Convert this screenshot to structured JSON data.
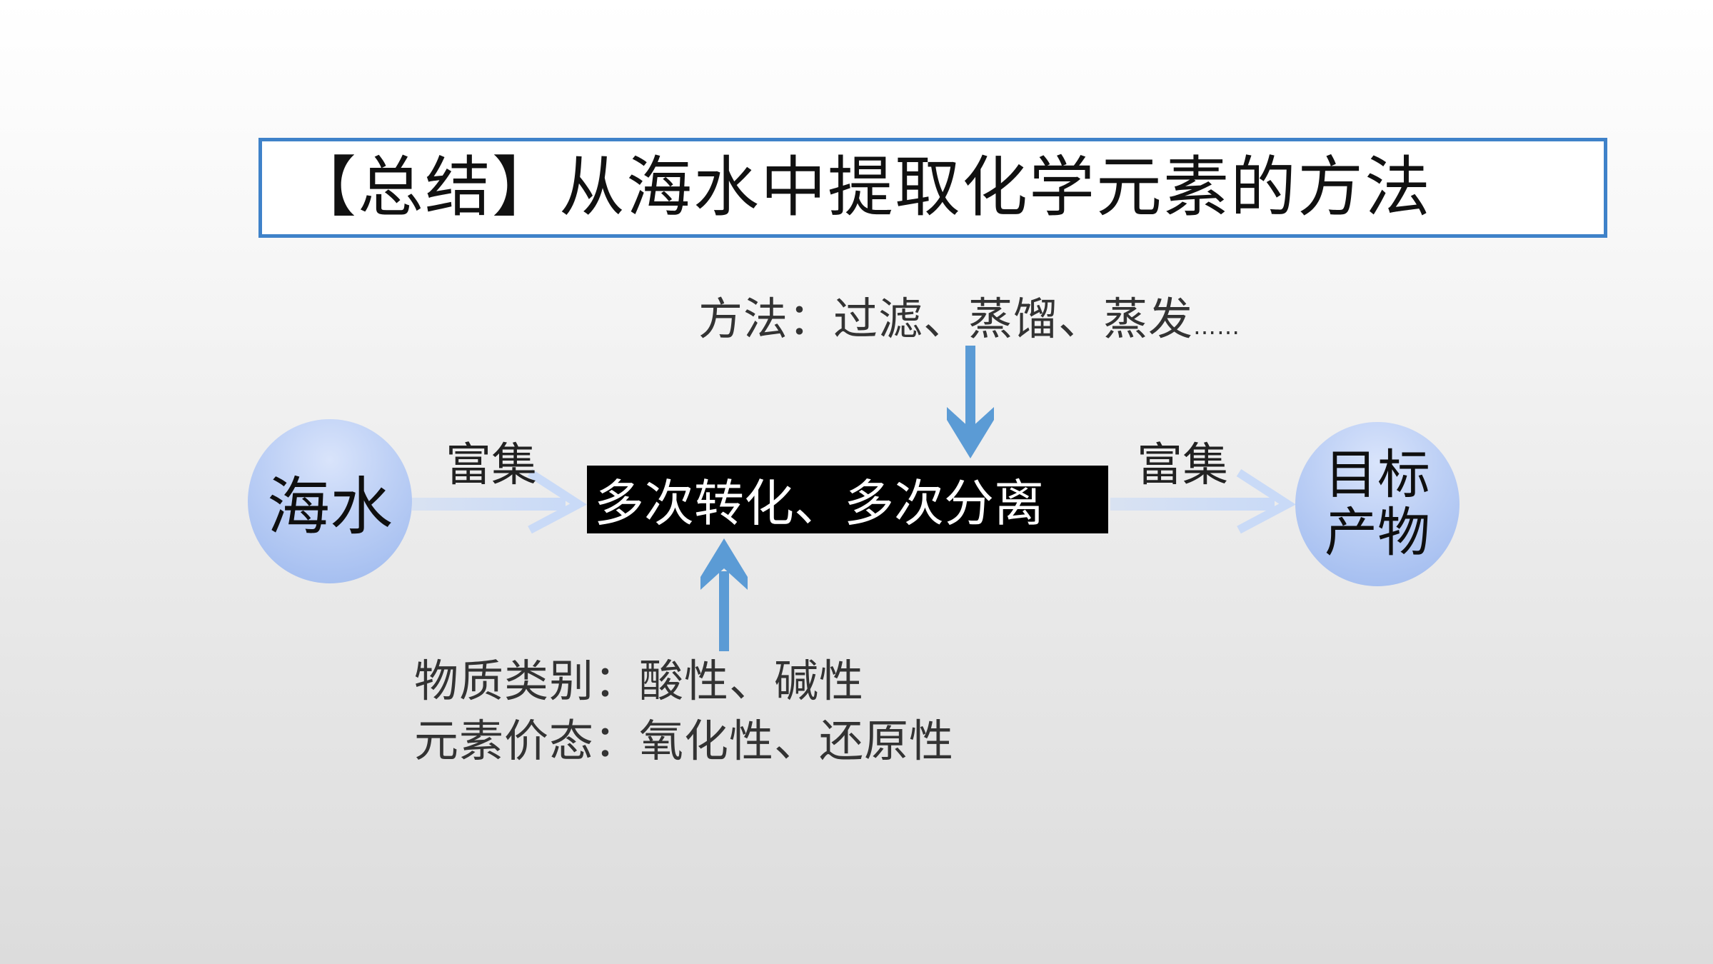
{
  "title": "【总结】从海水中提取化学元素的方法",
  "method_label": "方法：过滤、蒸馏、蒸发",
  "method_ellipsis": "……",
  "source_node": "海水",
  "left_arrow_label": "富集",
  "process_node": "多次转化、多次分离",
  "right_arrow_label": "富集",
  "target_node": {
    "line1": "目标",
    "line2": "产物"
  },
  "bottom_lines": {
    "line1": "物质类别：酸性、碱性",
    "line2": "元素价态：氧化性、还原性"
  },
  "colors": {
    "title_border": "#3f82c9",
    "circle_fill": "#bccff5",
    "vertical_arrow": "#5b9bd5",
    "horizontal_arrow": "#c9daf7",
    "process_box": "#000000"
  }
}
